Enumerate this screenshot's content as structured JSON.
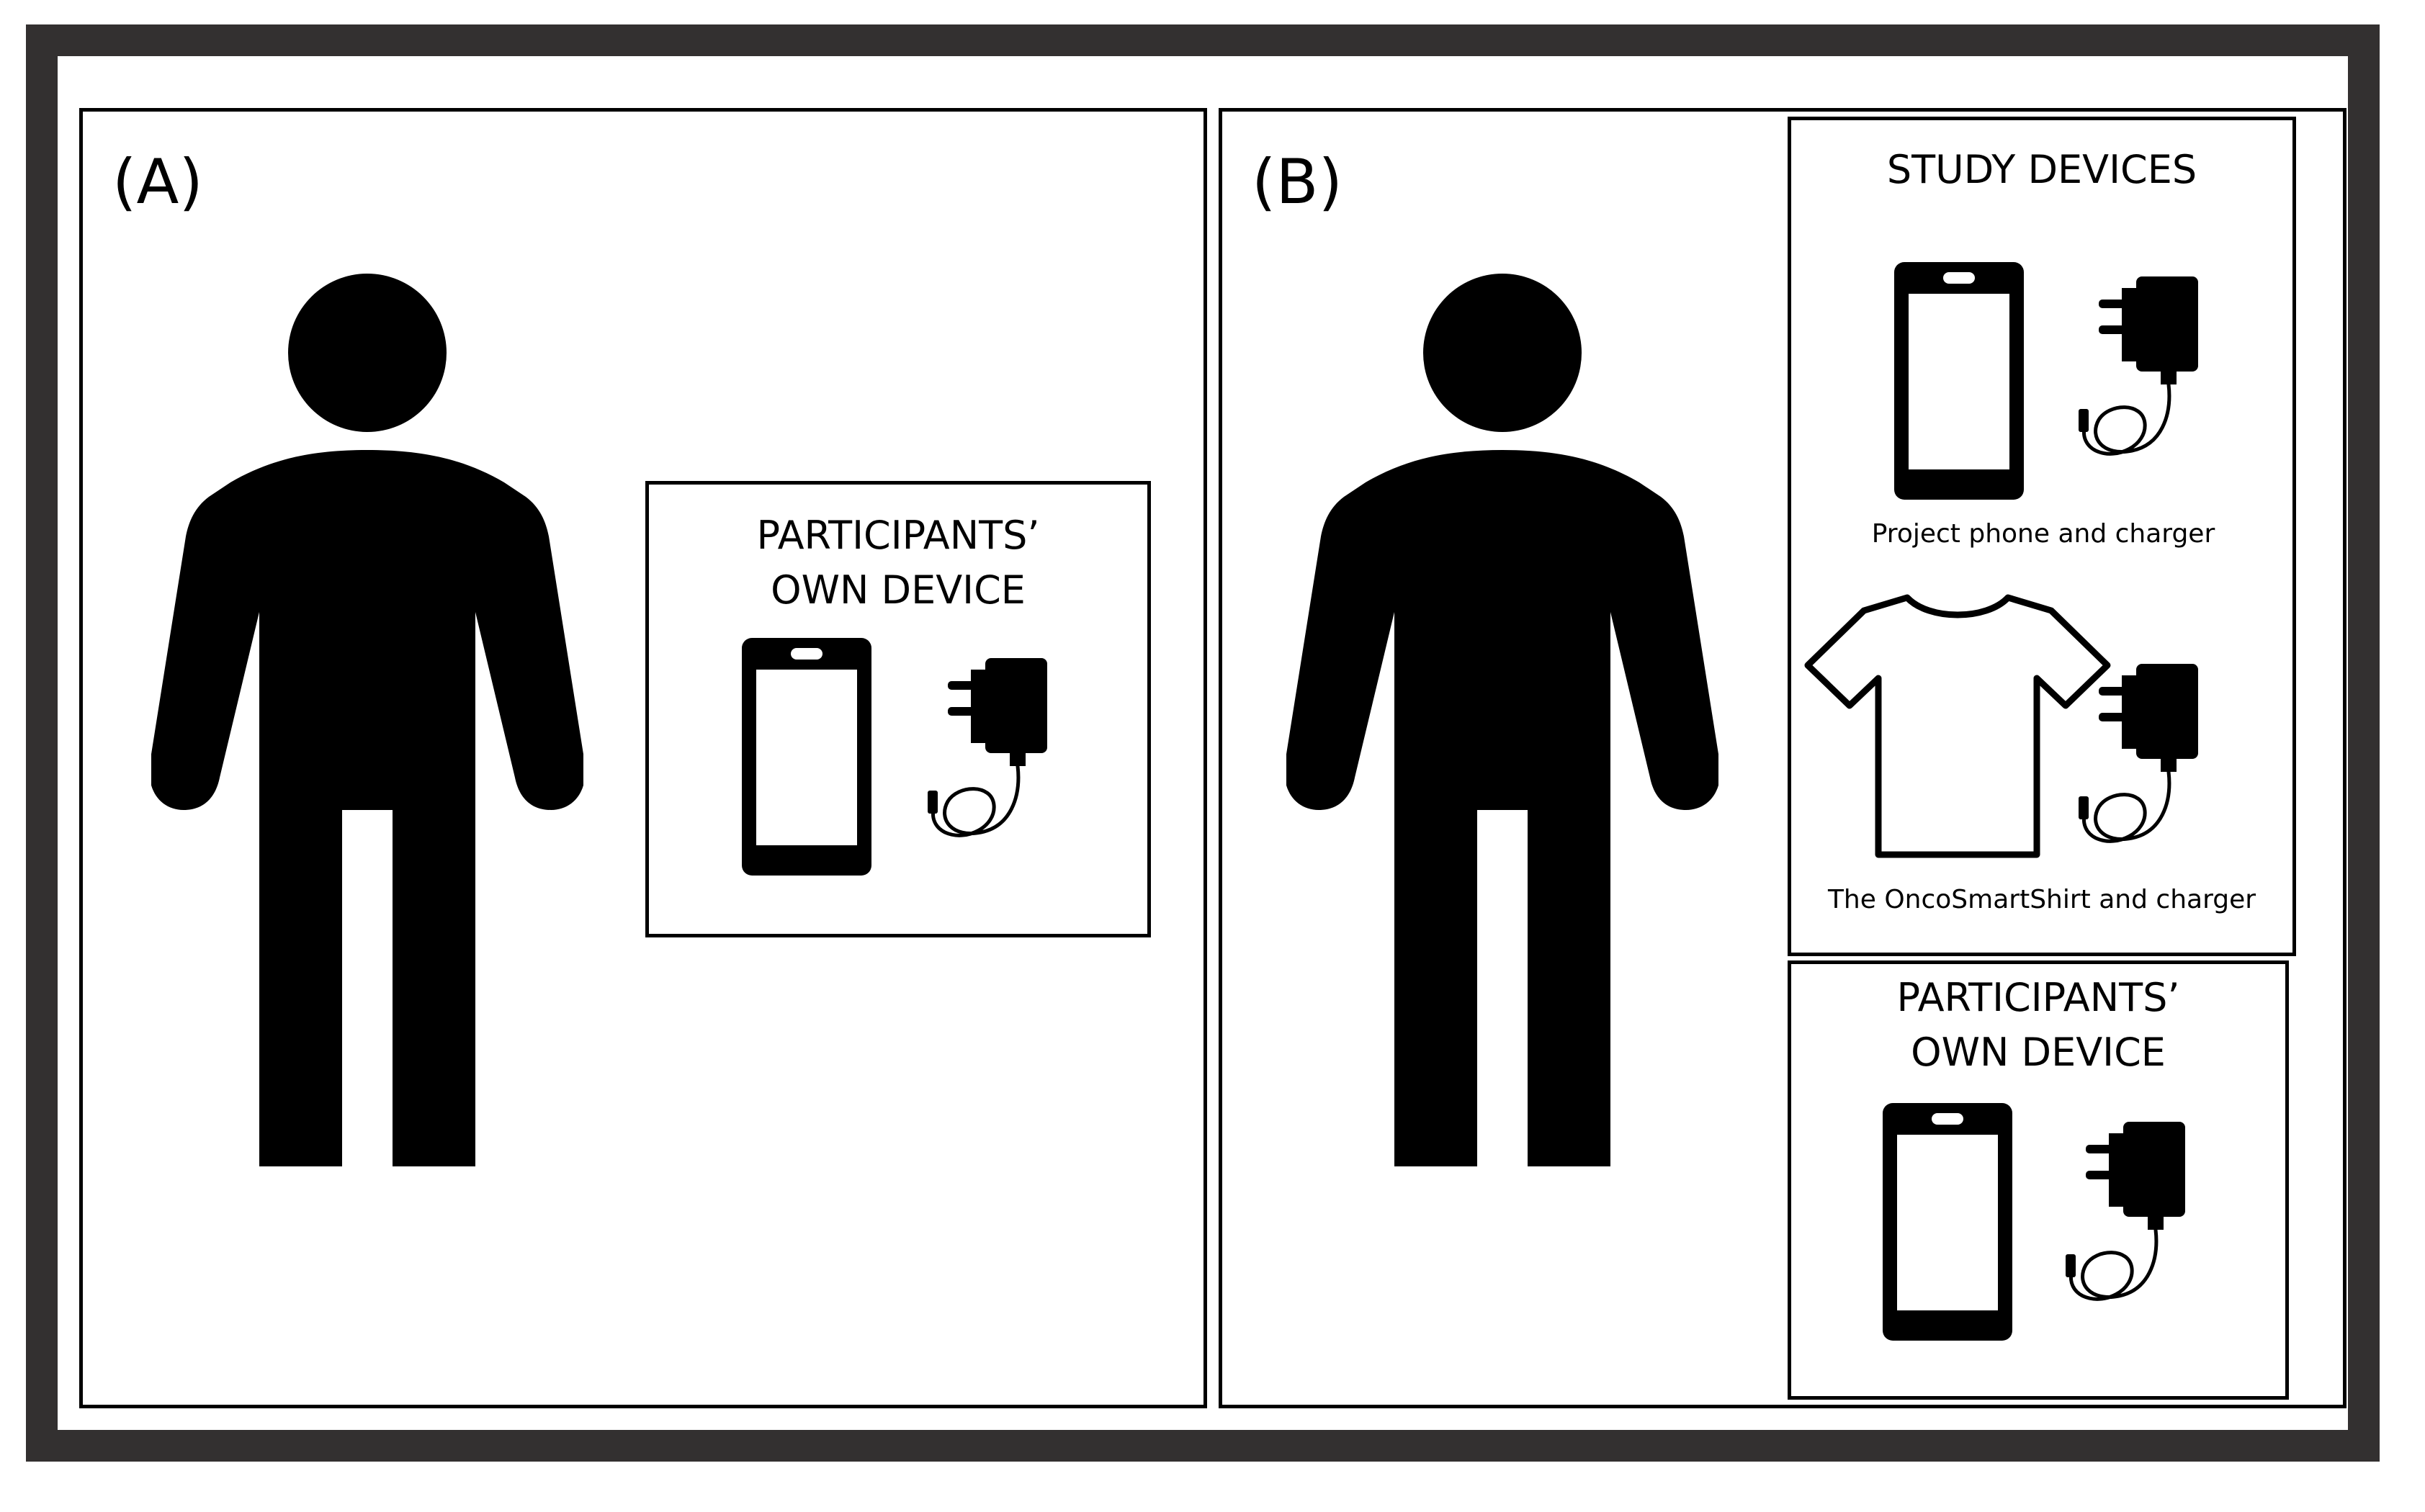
{
  "panels": {
    "a": {
      "label": "(A)",
      "own_device_box": {
        "title_line1": "PARTICIPANTS’",
        "title_line2": "OWN DEVICE"
      }
    },
    "b": {
      "label": "(B)",
      "study_devices_box": {
        "title": "STUDY DEVICES",
        "phone_caption": "Project phone and charger",
        "shirt_caption": "The OncoSmartShirt and charger"
      },
      "own_device_box": {
        "title_line1": "PARTICIPANTS’",
        "title_line2": "OWN DEVICE"
      }
    }
  },
  "icons": {
    "person": "person-icon",
    "phone": "smartphone-icon",
    "charger": "charger-icon",
    "shirt": "t-shirt-icon"
  },
  "colors": {
    "frame": "#333030",
    "ink": "#000000",
    "background": "#ffffff"
  }
}
